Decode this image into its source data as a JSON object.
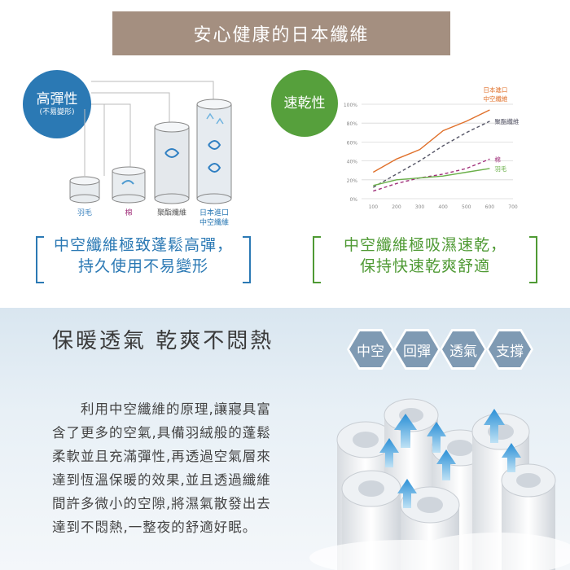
{
  "banner": {
    "title": "安心健康的日本纖維"
  },
  "elasticity": {
    "badge_title": "高彈性",
    "badge_sub": "(不易變形)",
    "labels": [
      "羽毛",
      "棉",
      "聚酯纖維",
      "日本進口",
      "中空纖維"
    ]
  },
  "quickdry": {
    "badge_title": "速乾性",
    "chart_data": {
      "type": "line",
      "title": "",
      "xlabel": "",
      "ylabel": "",
      "x": [
        100,
        200,
        300,
        400,
        500,
        600,
        700
      ],
      "x_ticks": [
        "100",
        "200",
        "300",
        "400",
        "500",
        "600",
        "700"
      ],
      "y_ticks": [
        "0%",
        "20%",
        "40%",
        "60%",
        "80%",
        "100%"
      ],
      "ylim": [
        0,
        100
      ],
      "series": [
        {
          "name_lines": [
            "日本進口",
            "中空纖維"
          ],
          "color": "#e0702a",
          "dash": "",
          "points": [
            [
              100,
              28
            ],
            [
              200,
              42
            ],
            [
              300,
              52
            ],
            [
              400,
              72
            ],
            [
              500,
              82
            ],
            [
              600,
              94
            ]
          ]
        },
        {
          "name_lines": [
            "聚酯纖維"
          ],
          "color": "#555566",
          "dash": "4,3",
          "points": [
            [
              100,
              12
            ],
            [
              200,
              26
            ],
            [
              300,
              40
            ],
            [
              400,
              56
            ],
            [
              500,
              70
            ],
            [
              600,
              82
            ]
          ]
        },
        {
          "name_lines": [
            "棉"
          ],
          "color": "#a0307a",
          "dash": "4,3",
          "points": [
            [
              100,
              8
            ],
            [
              200,
              16
            ],
            [
              300,
              22
            ],
            [
              400,
              26
            ],
            [
              500,
              32
            ],
            [
              600,
              42
            ]
          ]
        },
        {
          "name_lines": [
            "羽毛"
          ],
          "color": "#6bb04a",
          "dash": "",
          "points": [
            [
              100,
              14
            ],
            [
              200,
              20
            ],
            [
              300,
              22
            ],
            [
              400,
              24
            ],
            [
              500,
              28
            ],
            [
              600,
              32
            ]
          ]
        }
      ]
    }
  },
  "statement_left": [
    "中空纖維極致蓬鬆高彈，",
    "持久使用不易變形"
  ],
  "statement_right": [
    "中空纖維極吸濕速乾，",
    "保持快速乾爽舒適"
  ],
  "warm": {
    "title": "保暖透氣 乾爽不悶熱",
    "tags": [
      "中空",
      "回彈",
      "透氣",
      "支撐"
    ],
    "description": [
      "　　利用中空纖維的原理,讓寢具富",
      "含了更多的空氣,具備羽絨般的蓬鬆",
      "柔軟並且充滿彈性,再透過空氣層來",
      "達到恆溫保暖的效果,並且透過纖維",
      "間許多微小的空隙,將濕氣散發出去",
      "達到不悶熱,一整夜的舒適好眠。"
    ]
  }
}
